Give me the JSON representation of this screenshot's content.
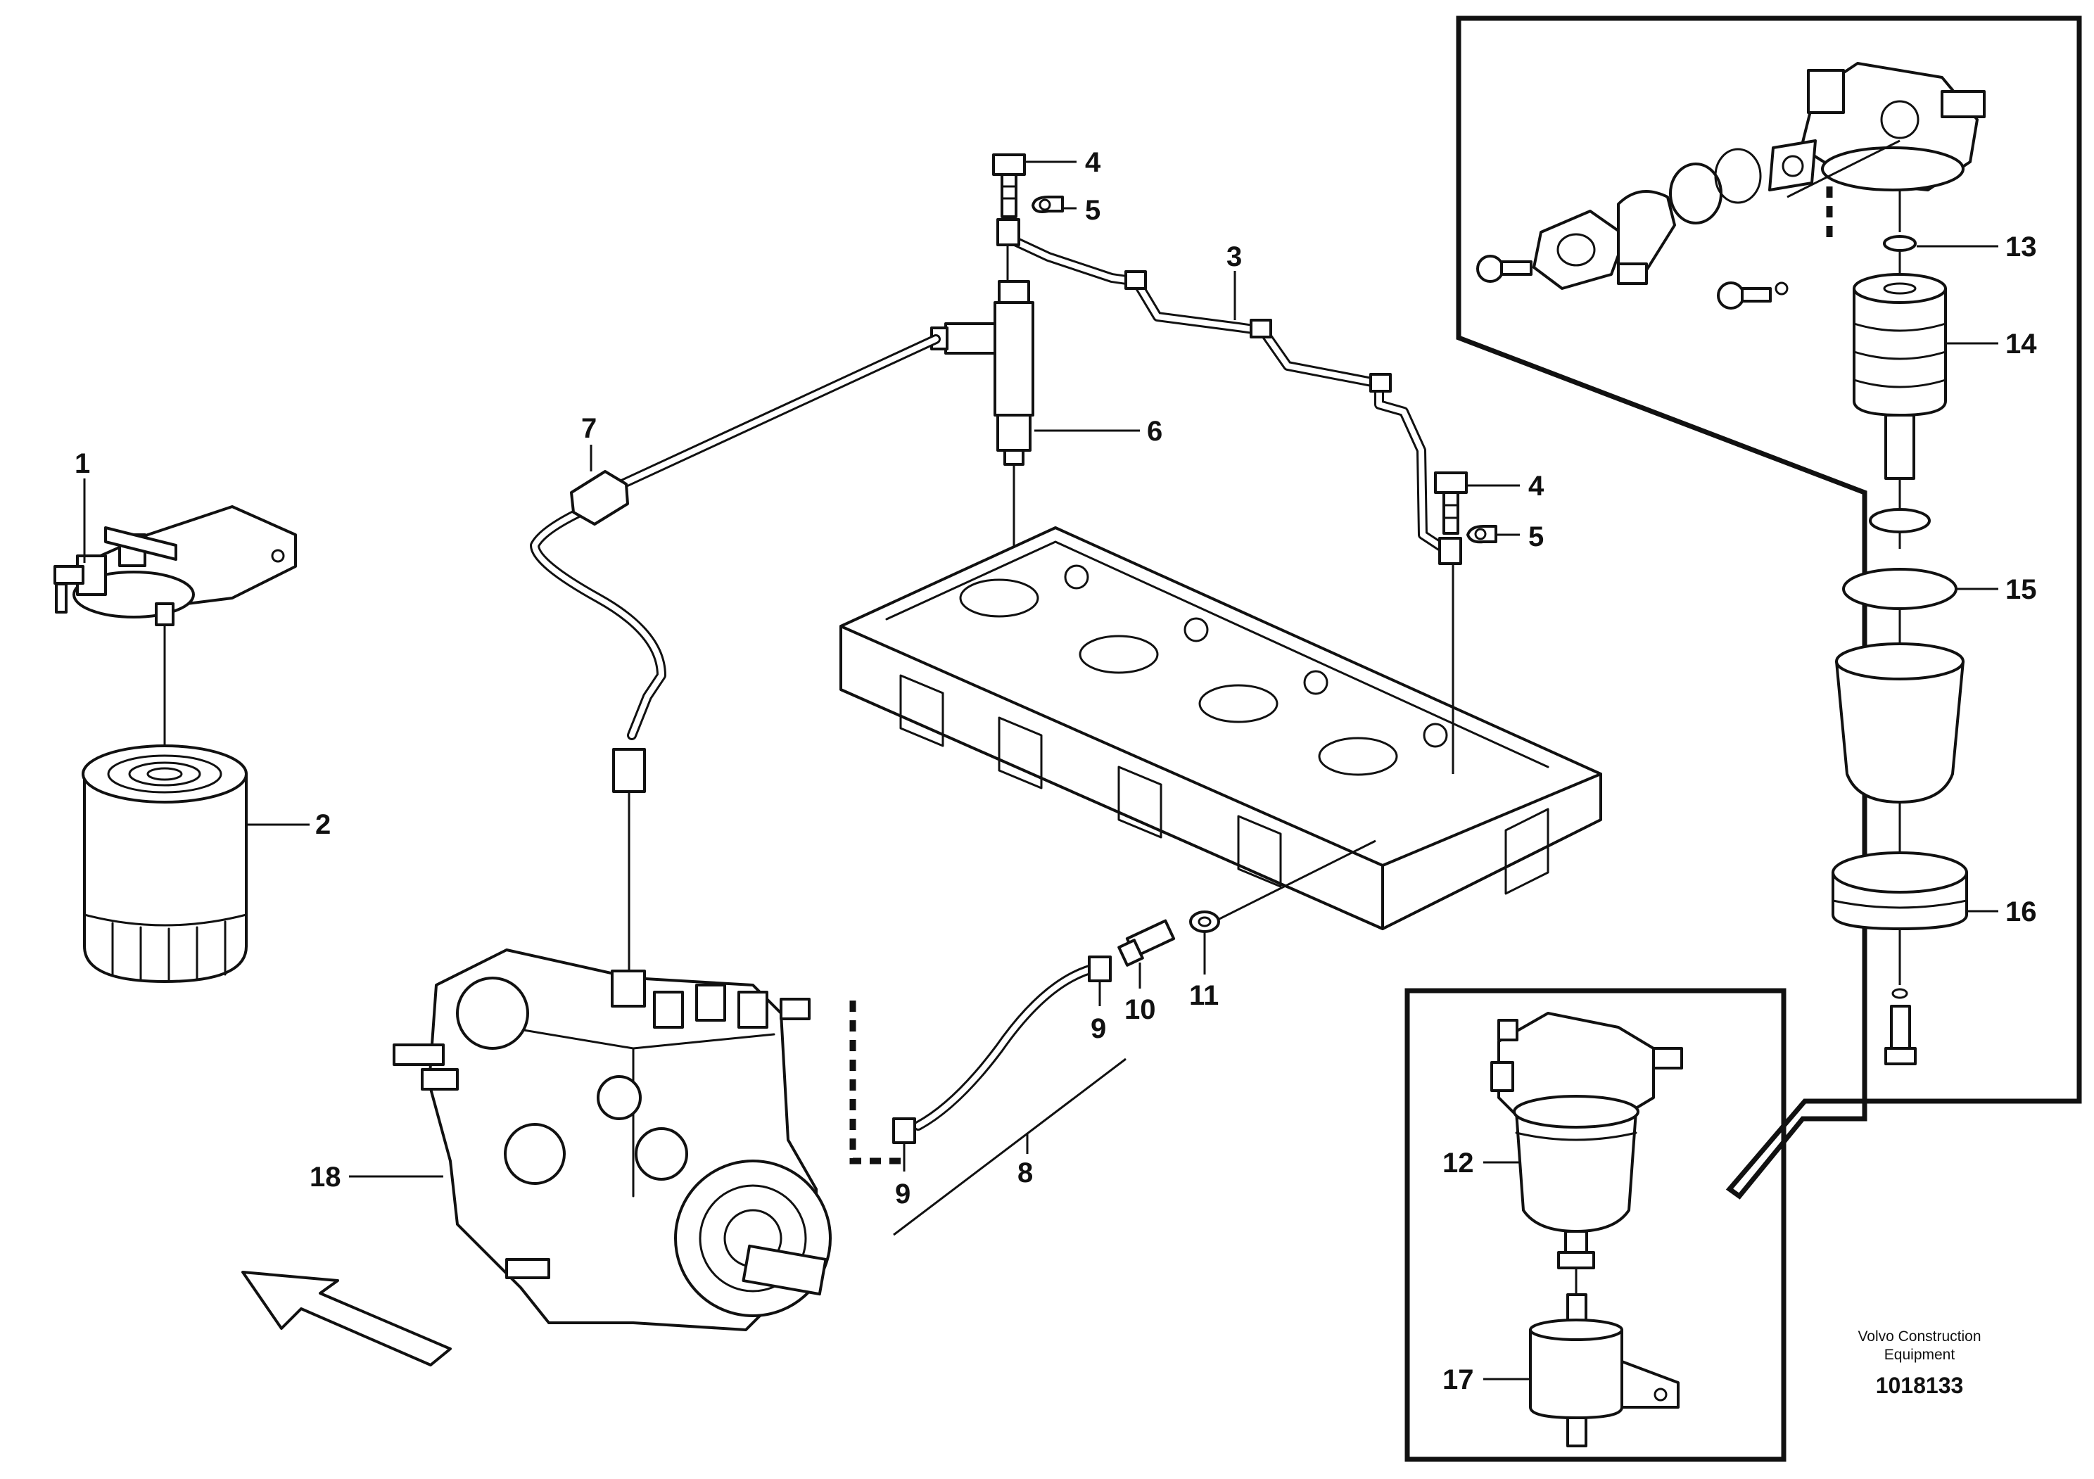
{
  "callouts": [
    {
      "id": "1",
      "text": "1"
    },
    {
      "id": "2",
      "text": "2"
    },
    {
      "id": "3",
      "text": "3"
    },
    {
      "id": "4a",
      "text": "4"
    },
    {
      "id": "4b",
      "text": "4"
    },
    {
      "id": "5a",
      "text": "5"
    },
    {
      "id": "5b",
      "text": "5"
    },
    {
      "id": "6",
      "text": "6"
    },
    {
      "id": "7",
      "text": "7"
    },
    {
      "id": "8",
      "text": "8"
    },
    {
      "id": "9a",
      "text": "9"
    },
    {
      "id": "9b",
      "text": "9"
    },
    {
      "id": "10",
      "text": "10"
    },
    {
      "id": "11",
      "text": "11"
    },
    {
      "id": "12",
      "text": "12"
    },
    {
      "id": "13",
      "text": "13"
    },
    {
      "id": "14",
      "text": "14"
    },
    {
      "id": "15",
      "text": "15"
    },
    {
      "id": "16",
      "text": "16"
    },
    {
      "id": "17",
      "text": "17"
    },
    {
      "id": "18",
      "text": "18"
    }
  ],
  "credit": {
    "line1": "Volvo Construction",
    "line2": "Equipment",
    "ref": "1018133"
  },
  "colors": {
    "ink": "#111111",
    "paper": "#ffffff"
  },
  "icons": [
    "direction-arrow-icon"
  ]
}
